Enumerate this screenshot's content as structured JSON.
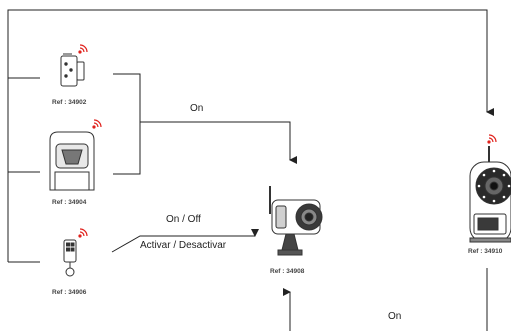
{
  "devices": {
    "ref_34902": "Ref : 34902",
    "ref_34904": "Ref : 34904",
    "ref_34906": "Ref : 34906",
    "ref_34908": "Ref : 34908",
    "ref_34910": "Ref : 34910"
  },
  "labels": {
    "on_top": "On",
    "on_off": "On / Off",
    "activar": "Activar / Desactivar",
    "on_bottom": "On"
  },
  "colors": {
    "line": "#222222",
    "signal": "#e0201b",
    "device_stroke": "#333333"
  }
}
